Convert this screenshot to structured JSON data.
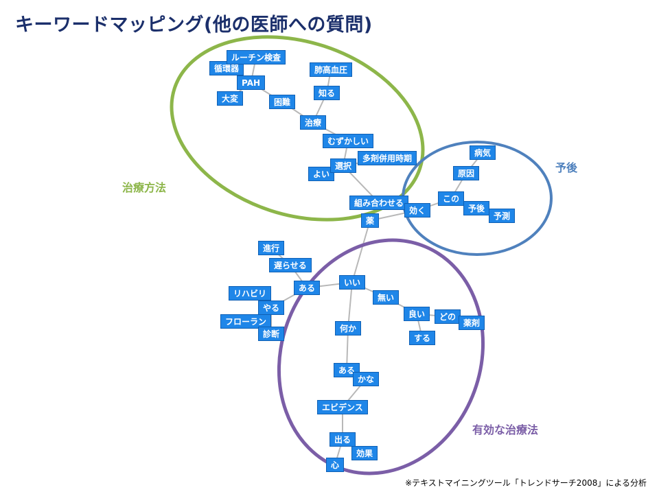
{
  "title": "キーワードマッピング(他の医師への質問)",
  "footnote": "※テキストマイニングツール「トレンドサーチ2008」による分析",
  "clusters": {
    "treatment_method": {
      "label": "治療方法",
      "color": "#8db64a"
    },
    "prognosis": {
      "label": "予後",
      "color": "#4f81bd"
    },
    "effective_treatment": {
      "label": "有効な治療法",
      "color": "#7b5ea7"
    }
  },
  "nodes": {
    "junkanki": "循環器",
    "lutin": "ルーチン検査",
    "pah": "PAH",
    "taihen": "大変",
    "konnan": "困難",
    "haikoketsuatsu": "肺高血圧",
    "shiru": "知る",
    "chiryo": "治療",
    "muzukashii": "むずかしい",
    "tazai": "多剤併用時期",
    "yoi": "よい",
    "sentaku": "選択",
    "kumiawaseru": "組み合わせる",
    "kusuri": "薬",
    "kiku": "効く",
    "byoki": "病気",
    "genin": "原因",
    "kono": "この",
    "yogo": "予後",
    "yosoku": "予測",
    "shinko": "進行",
    "okuraseru": "遅らせる",
    "aru1": "ある",
    "rihabiri": "リハビリ",
    "yaru": "やる",
    "furoran": "フローラン",
    "shindan": "診断",
    "ii": "いい",
    "nai": "無い",
    "yoi2": "良い",
    "dono": "どの",
    "yakuzai": "薬剤",
    "suru": "する",
    "nanika": "何か",
    "aru2": "ある",
    "kana": "かな",
    "ebidensu": "エビデンス",
    "deru": "出る",
    "koka": "効果",
    "kokoro": "心"
  }
}
